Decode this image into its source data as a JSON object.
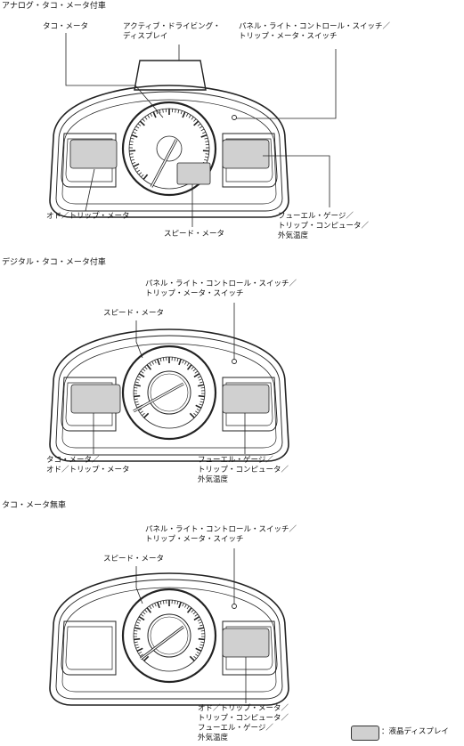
{
  "colors": {
    "lcd_fill": "#d0d0d0",
    "line": "#222222",
    "background": "#ffffff"
  },
  "section1": {
    "heading": "アナログ・タコ・メータ付車",
    "tacho": "タコ・メータ",
    "adisplay_l1": "アクティブ・ドライビング・",
    "adisplay_l2": "ディスプレイ",
    "panel_l1": "パネル・ライト・コントロール・スイッチ／",
    "panel_l2": "トリップ・メータ・スイッチ",
    "odo": "オド／トリップ・メータ",
    "speed": "スピード・メータ",
    "fuel_l1": "フューエル・ゲージ／",
    "fuel_l2": "トリップ・コンピュータ／",
    "fuel_l3": "外気温度"
  },
  "section2": {
    "heading": "デジタル・タコ・メータ付車",
    "panel_l1": "パネル・ライト・コントロール・スイッチ／",
    "panel_l2": "トリップ・メータ・スイッチ",
    "speed": "スピード・メータ",
    "tacho_l1": "タコ・メータ／",
    "tacho_l2": "オド／トリップ・メータ",
    "fuel_l1": "フューエル・ゲージ／",
    "fuel_l2": "トリップ・コンピュータ／",
    "fuel_l3": "外気温度"
  },
  "section3": {
    "heading": "タコ・メータ無車",
    "panel_l1": "パネル・ライト・コントロール・スイッチ／",
    "panel_l2": "トリップ・メータ・スイッチ",
    "speed": "スピード・メータ",
    "odo_l1": "オド／トリップ・メータ／",
    "odo_l2": "トリップ・コンピュータ／",
    "odo_l3": "フューエル・ゲージ／",
    "odo_l4": "外気温度"
  },
  "legend": {
    "text": "：液晶ディスプレイ"
  }
}
